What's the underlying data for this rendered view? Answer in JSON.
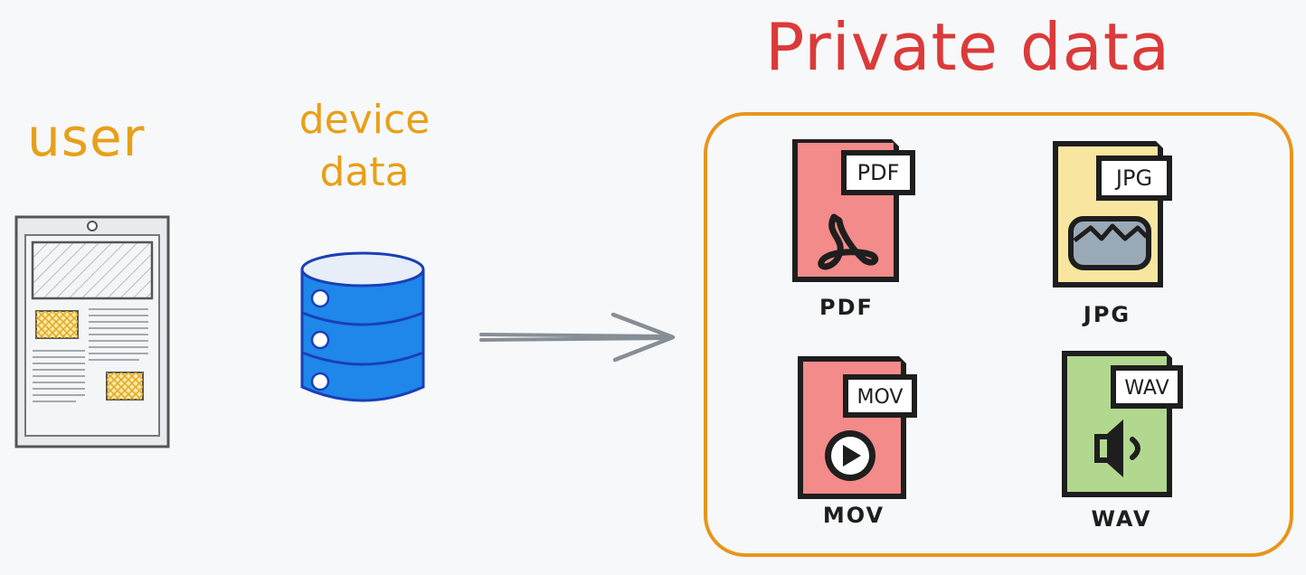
{
  "user": {
    "title": "user"
  },
  "device": {
    "title_line1": "device",
    "title_line2": "data"
  },
  "private": {
    "title": "Private data",
    "files": [
      {
        "badge": "PDF",
        "caption": "PDF",
        "color": "#f28b89"
      },
      {
        "badge": "JPG",
        "caption": "JPG",
        "color": "#f8e6a0"
      },
      {
        "badge": "MOV",
        "caption": "MOV",
        "color": "#f28b89"
      },
      {
        "badge": "WAV",
        "caption": "WAV",
        "color": "#b2d88f"
      }
    ]
  },
  "colors": {
    "accent_orange": "#e8a019",
    "title_red": "#dc3a3a",
    "database_blue": "#1f86ea",
    "arrow_gray": "#868e96"
  },
  "icons": [
    "tablet-icon",
    "database-icon",
    "arrow-icon",
    "pdf-file-icon",
    "jpg-file-icon",
    "mov-file-icon",
    "wav-file-icon"
  ]
}
